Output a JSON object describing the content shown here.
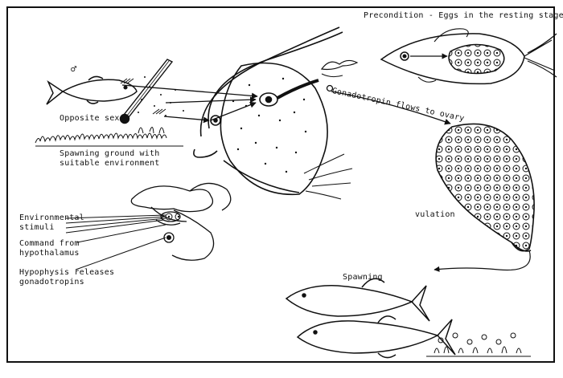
{
  "diagram": {
    "labels": {
      "precondition": "Precondition - Eggs in the resting stage",
      "gonadotropin_flow": "Gonadotropin flows to ovary",
      "opposite_sex": "Opposite sex",
      "spawning_ground": "Spawning ground with\nsuitable environment",
      "environmental_stimuli": "Environmental\nstimuli",
      "command_hypothalamus": "Command from\nhypothalamus",
      "hypophysis_releases": "Hypophysis releases\ngonadotropins",
      "ovulation": "vulation",
      "spawning": "Spawning"
    },
    "symbols": {
      "male_sign": "♂"
    },
    "colors": {
      "ink": "#111111",
      "paper": "#ffffff"
    }
  }
}
